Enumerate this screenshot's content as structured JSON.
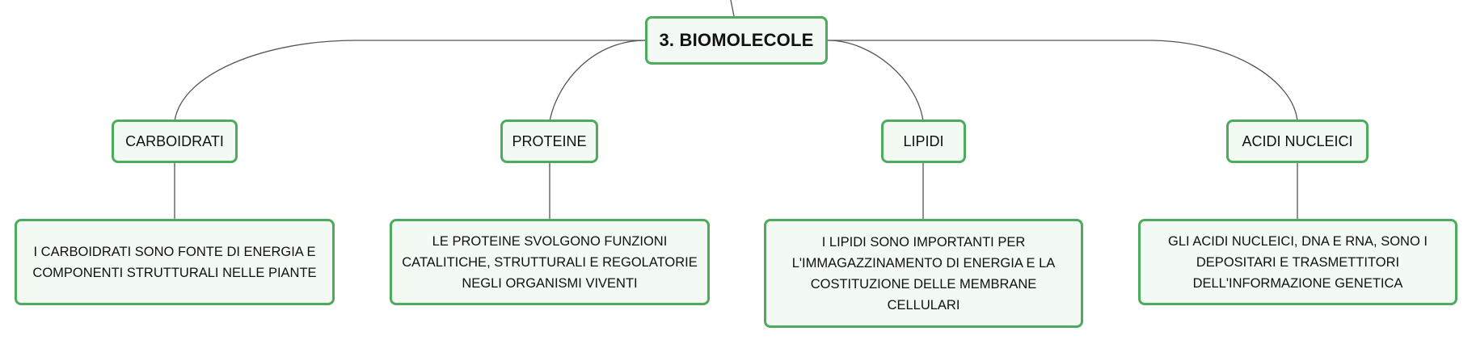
{
  "root": {
    "label": "3. BIOMOLECOLE"
  },
  "categories": [
    {
      "label": "CARBOIDRATI",
      "description": "I CARBOIDRATI SONO FONTE DI ENERGIA E COMPONENTI STRUTTURALI NELLE PIANTE"
    },
    {
      "label": "PROTEINE",
      "description": "LE PROTEINE SVOLGONO FUNZIONI CATALITICHE, STRUTTURALI E REGOLATORIE NEGLI ORGANISMI VIVENTI"
    },
    {
      "label": "LIPIDI",
      "description": "I LIPIDI SONO IMPORTANTI PER L'IMMAGAZZINAMENTO DI ENERGIA E LA COSTITUZIONE DELLE MEMBRANE CELLULARI"
    },
    {
      "label": "ACIDI NUCLEICI",
      "description": "GLI ACIDI NUCLEICI, DNA E RNA, SONO I DEPOSITARI E TRASMETTITORI DELL'INFORMAZIONE GENETICA"
    }
  ],
  "colors": {
    "node_border": "#4cab5c",
    "node_fill": "#f2faf3",
    "connector": "#555555"
  }
}
